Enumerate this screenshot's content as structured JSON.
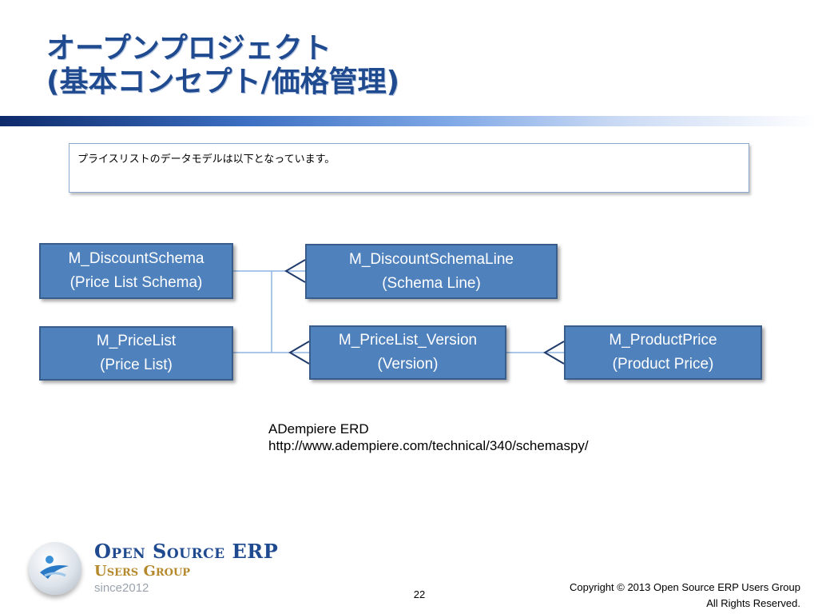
{
  "title": {
    "line1": "オープンプロジェクト",
    "line2": "(基本コンセプト/価格管理)"
  },
  "note": "プライスリストのデータモデルは以下となっています。",
  "entities": {
    "discount_schema": {
      "name": "M_DiscountSchema",
      "label": "(Price List Schema)"
    },
    "discount_schema_line": {
      "name": "M_DiscountSchemaLine",
      "label": "(Schema Line)"
    },
    "price_list": {
      "name": "M_PriceList",
      "label": "(Price List)"
    },
    "price_list_version": {
      "name": "M_PriceList_Version",
      "label": "(Version)"
    },
    "product_price": {
      "name": "M_ProductPrice",
      "label": "(Product Price)"
    }
  },
  "erd": {
    "line1": "ADempiere ERD",
    "line2": "http://www.adempiere.com/technical/340/schemaspy/"
  },
  "logo": {
    "line1": "Open Source ERP",
    "line2": "Users Group",
    "since": "since2012"
  },
  "page_number": "22",
  "copyright": {
    "line1": "Copyright © 2013 Open Source ERP Users Group",
    "line2": "All Rights Reserved."
  },
  "colors": {
    "title": "#1f4a8f",
    "entity_fill": "#4f81bd",
    "entity_border": "#385d8a",
    "connector": "#8eb4e3",
    "crowfoot": "#1f3a6b"
  }
}
